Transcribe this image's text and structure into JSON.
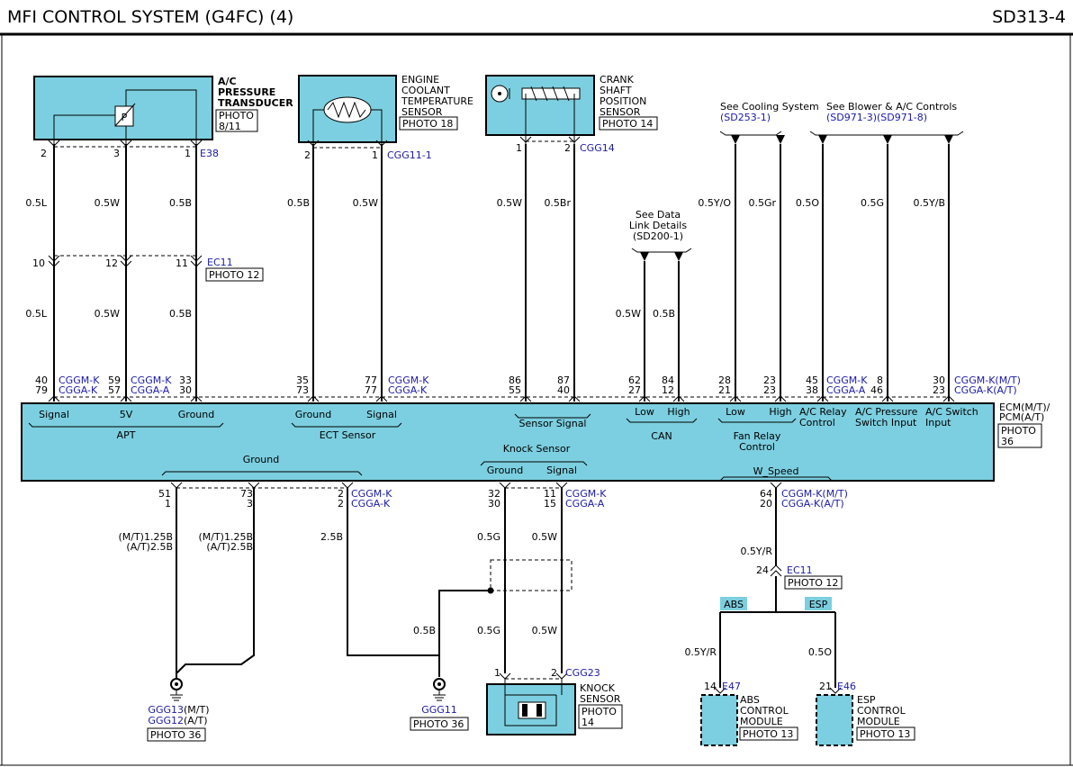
{
  "header": {
    "title": "MFI CONTROL SYSTEM (G4FC) (4)",
    "page_code": "SD313-4"
  },
  "components": {
    "ac_transducer": {
      "name": [
        "A/C",
        "PRESSURE",
        "TRANSDUCER"
      ],
      "photo": [
        "PHOTO",
        "8/11"
      ],
      "connector": "E38",
      "pins": [
        "2",
        "3",
        "1"
      ]
    },
    "ect_sensor": {
      "name": [
        "ENGINE",
        "COOLANT",
        "TEMPERATURE",
        "SENSOR"
      ],
      "photo": "PHOTO 18",
      "connector": "CGG11-1",
      "pins": [
        "2",
        "1"
      ]
    },
    "ckp_sensor": {
      "name": [
        "CRANK",
        "SHAFT",
        "POSITION",
        "SENSOR"
      ],
      "photo": "PHOTO 14",
      "connector": "CGG14",
      "pins": [
        "1",
        "2"
      ]
    },
    "knock_sensor": {
      "name": [
        "KNOCK",
        "SENSOR"
      ],
      "photo": [
        "PHOTO",
        "14"
      ],
      "connector": "CGG23",
      "pins": [
        "1",
        "2"
      ]
    },
    "abs_module": {
      "name": [
        "ABS",
        "CONTROL",
        "MODULE"
      ],
      "photo": "PHOTO 13",
      "connector": "E47",
      "pin": "14"
    },
    "esp_module": {
      "name": [
        "ESP",
        "CONTROL",
        "MODULE"
      ],
      "photo": "PHOTO 13",
      "connector": "E46",
      "pin": "21"
    }
  },
  "references": {
    "cooling": [
      "See Cooling System",
      "(SD253-1)"
    ],
    "blower": [
      "See Blower & A/C Controls",
      "(SD971-3)",
      "(SD971-8)"
    ],
    "data_link": [
      "See Data",
      "Link Details",
      "(SD200-1)"
    ]
  },
  "connector_ec11_top": {
    "name": "EC11",
    "photo": "PHOTO 12",
    "pins": [
      "10",
      "12",
      "11"
    ]
  },
  "connector_ec11_bottom": {
    "name": "EC11",
    "photo": "PHOTO 12",
    "pin": "24"
  },
  "wires_top": {
    "w1": "0.5L",
    "w2": "0.5W",
    "w3": "0.5B",
    "w1b": "0.5L",
    "w2b": "0.5W",
    "w3b": "0.5B",
    "ect1": "0.5B",
    "ect2": "0.5W",
    "ckp1": "0.5W",
    "ckp2": "0.5Br",
    "can_l": "0.5W",
    "can_h": "0.5B",
    "fan_l": "0.5Y/O",
    "fan_h": "0.5Gr",
    "ac_relay": "0.5O",
    "ac_press": "0.5G",
    "ac_switch": "0.5Y/B"
  },
  "ecm_pins_top": {
    "apt_sig": [
      "40",
      "79"
    ],
    "apt_5v": [
      "59",
      "57"
    ],
    "apt_gnd": [
      "33",
      "30"
    ],
    "ect_gnd": [
      "35",
      "73"
    ],
    "ect_sig": [
      "77",
      "77"
    ],
    "ckp1": [
      "86",
      "55"
    ],
    "ckp2": [
      "87",
      "40"
    ],
    "can_l": [
      "62",
      "27"
    ],
    "can_h": [
      "84",
      "12"
    ],
    "fan_l": [
      "28",
      "21"
    ],
    "fan_h": [
      "23",
      "23"
    ],
    "ac_relay": [
      "45",
      "38"
    ],
    "ac_press": [
      "8",
      "46"
    ],
    "ac_switch": [
      "30",
      "23"
    ]
  },
  "connector_labels": {
    "cggm_k": "CGGM-K",
    "cgga_k": "CGGA-K",
    "cgga_a": "CGGA-A",
    "cggm_k_mt": "CGGM-K(M/T)",
    "cgga_k_at": "CGGA-K(A/T)"
  },
  "ecm": {
    "label": [
      "ECM(M/T)/",
      "PCM(A/T)"
    ],
    "photo": [
      "PHOTO",
      "36"
    ],
    "groups": {
      "apt": {
        "name": "APT",
        "pins": [
          "Signal",
          "5V",
          "Ground"
        ]
      },
      "ect": {
        "name": "ECT Sensor",
        "pins": [
          "Ground",
          "Signal"
        ]
      },
      "sensor_signal": "Sensor Signal",
      "can": {
        "name": "CAN",
        "pins": [
          "Low",
          "High"
        ]
      },
      "fan": {
        "name": [
          "Fan Relay",
          "Control"
        ],
        "pins": [
          "Low",
          "High"
        ]
      },
      "ac_relay": [
        "A/C Relay",
        "Control"
      ],
      "ac_press": [
        "A/C Pressure",
        "Switch Input"
      ],
      "ac_switch": [
        "A/C Switch",
        "Input"
      ],
      "ground": "Ground",
      "knock": {
        "name": "Knock Sensor",
        "pins": [
          "Ground",
          "Signal"
        ]
      },
      "w_speed": "W_Speed"
    }
  },
  "ecm_pins_bottom": {
    "gnd1": [
      "51",
      "1"
    ],
    "gnd2": [
      "73",
      "3"
    ],
    "gnd3": [
      "2",
      "2"
    ],
    "knock_gnd": [
      "32",
      "30"
    ],
    "knock_sig": [
      "11",
      "15"
    ],
    "wspeed": [
      "64",
      "20"
    ]
  },
  "wires_bottom": {
    "gnd1": [
      "(M/T)1.25B",
      "(A/T)2.5B"
    ],
    "gnd2": [
      "(M/T)1.25B",
      "(A/T)2.5B"
    ],
    "gnd3": "2.5B",
    "knock_g": "0.5G",
    "knock_w": "0.5W",
    "knock_g2": "0.5G",
    "knock_w2": "0.5W",
    "shield": "0.5B",
    "wspeed": "0.5Y/R",
    "abs": "0.5Y/R",
    "esp": "0.5O"
  },
  "variant_tags": {
    "abs": "ABS",
    "esp": "ESP"
  },
  "grounds": {
    "g1": {
      "names": [
        "GGG13",
        "GGG12"
      ],
      "suffix": [
        "(M/T)",
        "(A/T)"
      ],
      "photo": "PHOTO 36"
    },
    "g2": {
      "name": "GGG11",
      "photo": "PHOTO 36"
    }
  },
  "colors": {
    "component_fill": "#7ccfe0",
    "connector_text": "#1a1aa8",
    "line": "#000000"
  }
}
